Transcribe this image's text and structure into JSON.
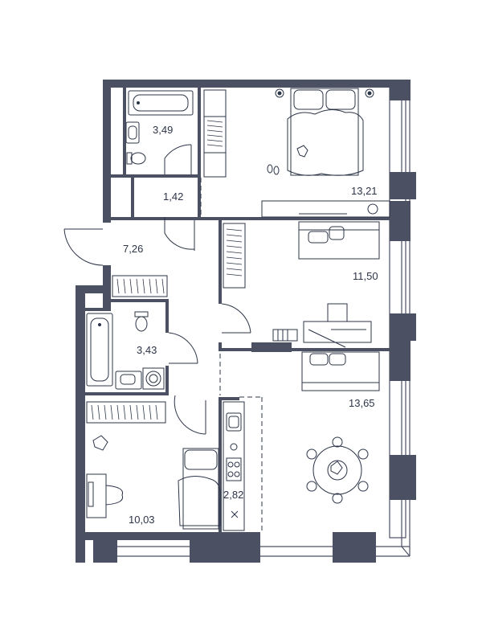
{
  "floorplan": {
    "rooms": [
      {
        "id": "bathroom-top",
        "area": "3,49"
      },
      {
        "id": "hall-small",
        "area": "1,42"
      },
      {
        "id": "bedroom-top",
        "area": "13,21"
      },
      {
        "id": "entrance-hall",
        "area": "7,26"
      },
      {
        "id": "bedroom-middle",
        "area": "11,50"
      },
      {
        "id": "bathroom-middle",
        "area": "3,43"
      },
      {
        "id": "living-room",
        "area": "13,65"
      },
      {
        "id": "bedroom-bottom",
        "area": "10,03"
      },
      {
        "id": "kitchen",
        "area": "2,82"
      }
    ],
    "colors": {
      "wall": "#4b5163",
      "line": "#2c3447",
      "floor": "#ffffff"
    }
  }
}
